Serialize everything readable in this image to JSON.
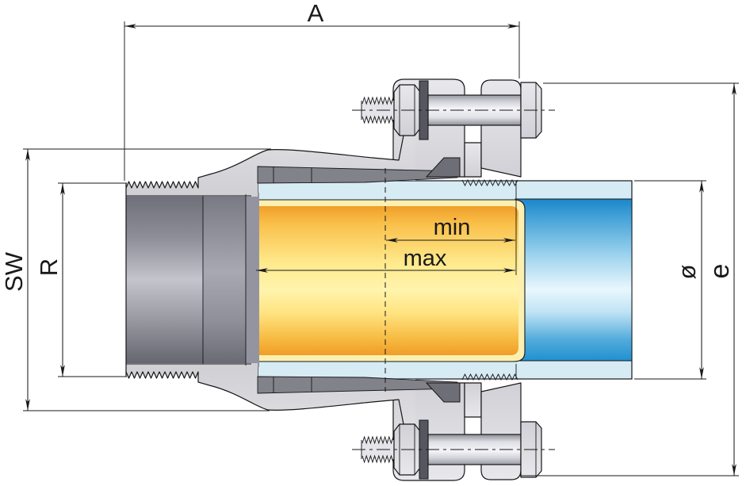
{
  "drawing": {
    "title": "Pipe coupling flange adapter cross-section",
    "labels": {
      "overall_length": "A",
      "wrench_size": "SW",
      "thread_size": "R",
      "insertion_min": "min",
      "insertion_max": "max",
      "pipe_diameter": "ø",
      "flange_width": "e"
    },
    "colors": {
      "line": "#1a1a1c",
      "body_gray": "#d9d9dc",
      "bore_dark_gray": "#7d7d87",
      "grip_band_gray": "#82828a",
      "clamp_wedge_gray": "#6e6e76",
      "pipe_outer_light_blue": "#d7ebf4",
      "pipe_blue": "#2f9ad6",
      "insert_orange": "#f2a62f",
      "insert_pale_yellow": "#fbf0af",
      "washer_dark": "#565660",
      "bolt_metal": "#e6e6ea"
    }
  }
}
